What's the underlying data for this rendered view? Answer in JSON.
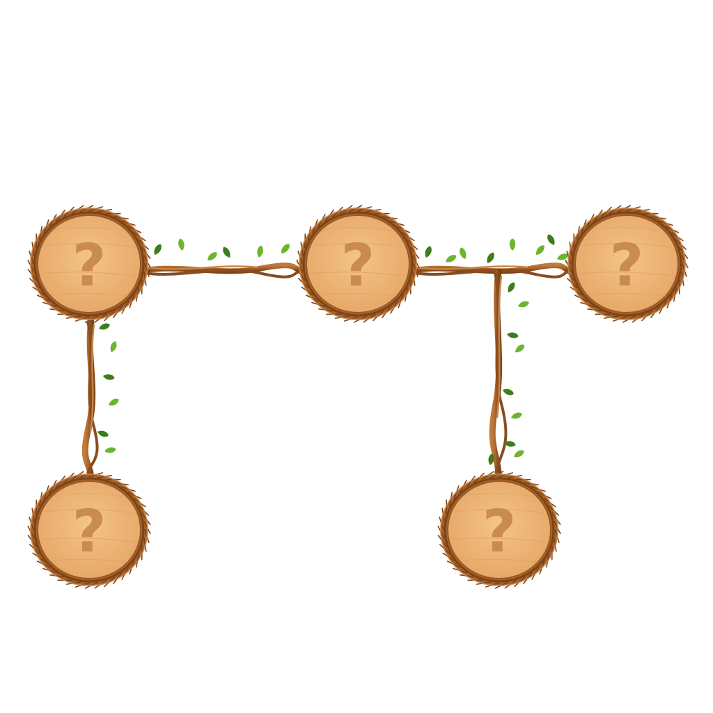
{
  "board": {
    "nodes": [
      {
        "id": "n1",
        "symbol": "?"
      },
      {
        "id": "n2",
        "symbol": "?"
      },
      {
        "id": "n3",
        "symbol": "?"
      },
      {
        "id": "n4",
        "symbol": "?"
      },
      {
        "id": "n5",
        "symbol": "?"
      }
    ],
    "connections": [
      [
        "n1",
        "n2"
      ],
      [
        "n2",
        "n3"
      ],
      [
        "n1",
        "n4"
      ],
      [
        "n3",
        "n5"
      ]
    ],
    "colors": {
      "wood_light": "#f3c488",
      "wood_dark": "#e6a666",
      "vine_brown": "#a8622a",
      "vine_dark": "#7a4418",
      "leaf_green": "#6cb52e",
      "leaf_dark": "#3f7d1c",
      "question_mark": "#c98b4e"
    }
  }
}
